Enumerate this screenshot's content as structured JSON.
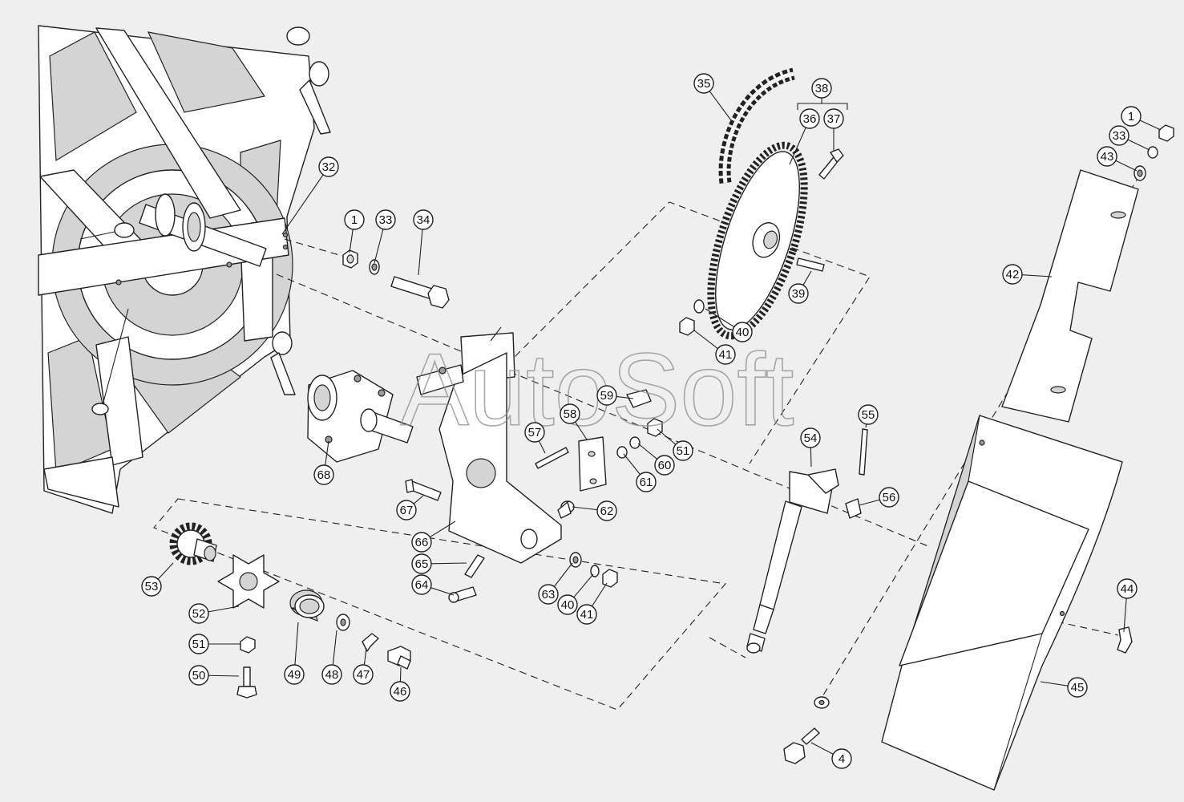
{
  "diagram": {
    "watermark": "AutoSoft",
    "callouts": [
      "32",
      "1",
      "33",
      "34",
      "35",
      "38",
      "36",
      "37",
      "39",
      "40",
      "41",
      "1",
      "33",
      "43",
      "42",
      "59",
      "58",
      "57",
      "51",
      "60",
      "61",
      "55",
      "54",
      "56",
      "62",
      "67",
      "68",
      "66",
      "65",
      "64",
      "63",
      "40",
      "41",
      "53",
      "52",
      "51",
      "50",
      "49",
      "48",
      "47",
      "46",
      "44",
      "45",
      "4"
    ]
  },
  "colors": {
    "background": "#efefef",
    "line": "#222222",
    "part_fill": "#ffffff",
    "shade": "#d4d4d4",
    "watermark": "#8e8e8e"
  }
}
